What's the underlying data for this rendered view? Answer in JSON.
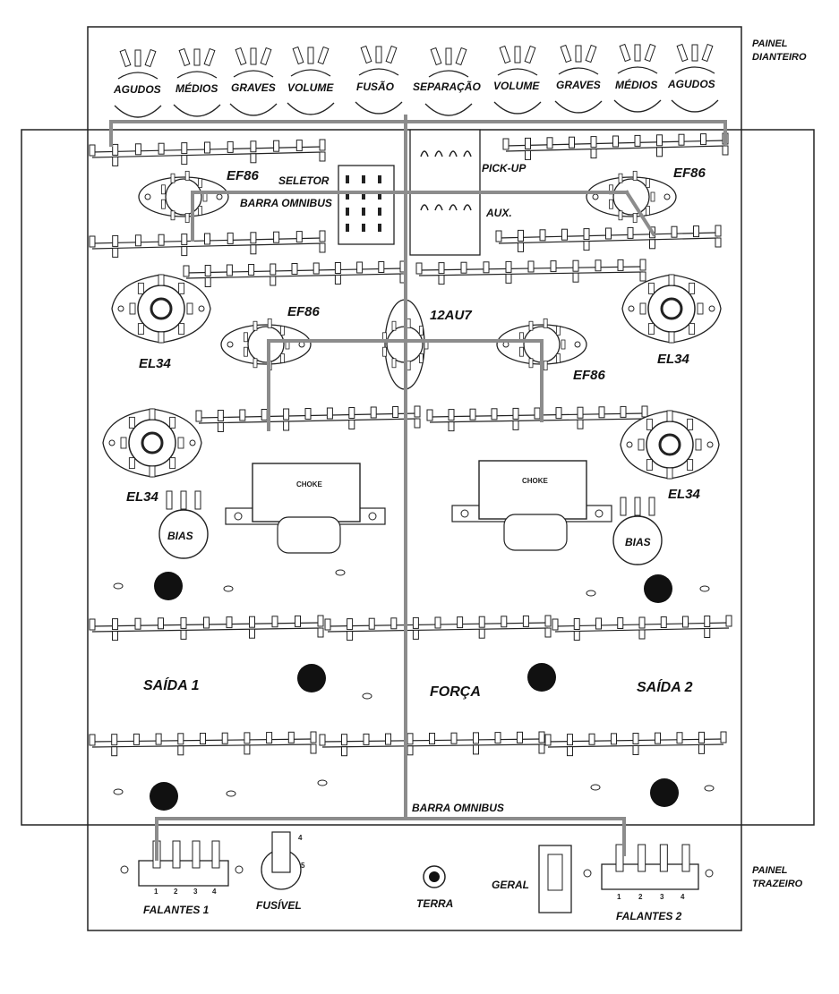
{
  "panels": {
    "front": [
      "PAINEL",
      "DIANTEIRO"
    ],
    "rear": [
      "PAINEL",
      "TRAZEIRO"
    ]
  },
  "front_knobs": [
    "AGUDOS",
    "MÉDIOS",
    "GRAVES",
    "VOLUME",
    "FUSÃO",
    "SEPARAÇÃO",
    "VOLUME",
    "GRAVES",
    "MÉDIOS",
    "AGUDOS"
  ],
  "tubes": {
    "ef86_top_left": "EF86",
    "ef86_top_right": "EF86",
    "ef86_mid_left": "EF86",
    "ef86_mid_right": "EF86",
    "center": "12AU7",
    "el34_upper_left": "EL34",
    "el34_upper_right": "EL34",
    "el34_lower_left": "EL34",
    "el34_lower_right": "EL34"
  },
  "selector": {
    "label": "SELETOR",
    "pickup": "PICK-UP",
    "aux": "AUX."
  },
  "bus": {
    "top": "BARRA OMNIBUS",
    "bottom": "BARRA OMNIBUS"
  },
  "chokes": [
    "CHOKE",
    "CHOKE"
  ],
  "bias": [
    "BIAS",
    "BIAS"
  ],
  "sections": {
    "out1": "SAÍDA 1",
    "power": "FORÇA",
    "out2": "SAÍDA 2"
  },
  "rear_panel": {
    "speakers1": "FALANTES 1",
    "speakers2": "FALANTES 2",
    "fuse": "FUSÍVEL",
    "ground": "TERRA",
    "main": "GERAL",
    "terminal_numbers": [
      "1",
      "2",
      "3",
      "4"
    ],
    "fuse_marks": [
      "4",
      "5"
    ]
  },
  "colors": {
    "bus_wire": "#8c8c8c",
    "ink": "#222222"
  }
}
